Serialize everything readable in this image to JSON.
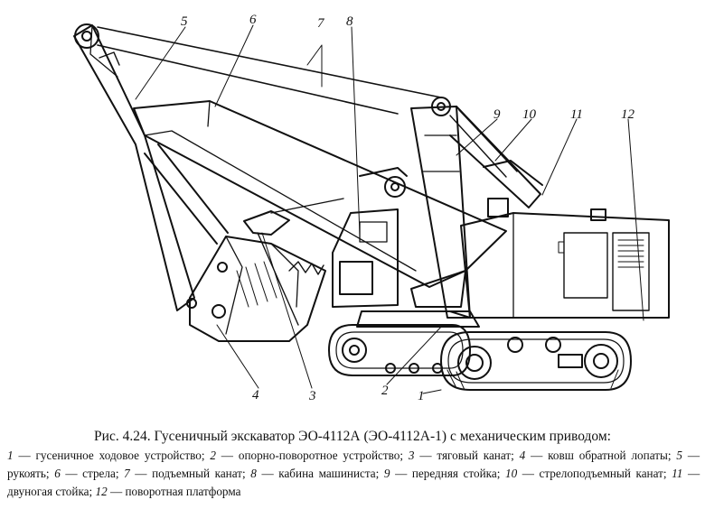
{
  "figure": {
    "callouts": [
      "1",
      "2",
      "3",
      "4",
      "5",
      "6",
      "7",
      "8",
      "9",
      "10",
      "11",
      "12"
    ]
  },
  "caption": "Рис. 4.24. Гусеничный экскаватор ЭО-4112А (ЭО-4112А-1) с механическим приводом:",
  "legend": [
    {
      "n": "1",
      "text": "гусеничное ходовое устройство;"
    },
    {
      "n": "2",
      "text": "опорно-поворотное устройство;"
    },
    {
      "n": "3",
      "text": "тяговый канат;"
    },
    {
      "n": "4",
      "text": "ковш обратной лопаты;"
    },
    {
      "n": "5",
      "text": "рукоять;"
    },
    {
      "n": "6",
      "text": "стрела;"
    },
    {
      "n": "7",
      "text": "подъемный канат;"
    },
    {
      "n": "8",
      "text": "кабина машиниста;"
    },
    {
      "n": "9",
      "text": "передняя стойка;"
    },
    {
      "n": "10",
      "text": "стрелоподъемный канат;"
    },
    {
      "n": "11",
      "text": "двуногая стойка;"
    },
    {
      "n": "12",
      "text": "поворотная платформа"
    }
  ],
  "legend_separator": " — "
}
